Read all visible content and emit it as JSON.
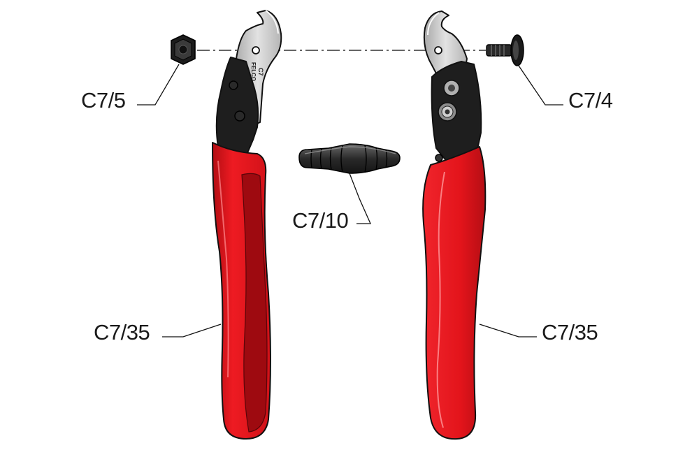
{
  "labels": {
    "nut": "C7/5",
    "screw": "C7/4",
    "spring": "C7/10",
    "handle_left": "C7/35",
    "handle_right": "C7/35"
  },
  "marking": {
    "model": "C7",
    "brand": "FELCO"
  },
  "colors": {
    "handle_red": "#e8141c",
    "handle_dark_red": "#a80c12",
    "head_black": "#1e1e1e",
    "blade_grey": "#c9c9c9",
    "outline": "#111111"
  }
}
